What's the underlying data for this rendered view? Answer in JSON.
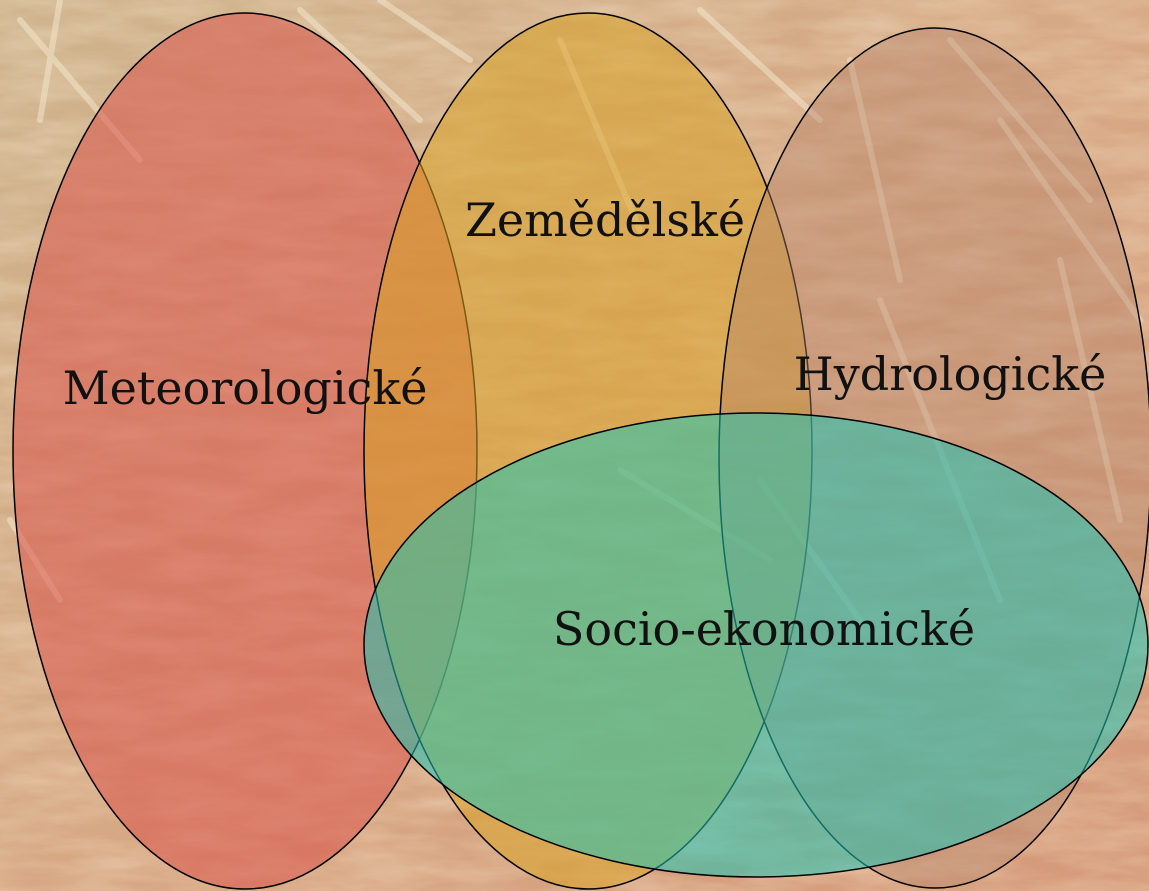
{
  "diagram": {
    "sets": [
      {
        "id": "meteorological",
        "label": "Meteorologické",
        "color": "#d9534a"
      },
      {
        "id": "agricultural",
        "label": "Zemědělské",
        "color": "#d9a227"
      },
      {
        "id": "hydrological",
        "label": "Hydrologické",
        "color": "#b6826a"
      },
      {
        "id": "socioeconomic",
        "label": "Socio-ekonomické",
        "color": "#1fc4b4"
      }
    ]
  }
}
